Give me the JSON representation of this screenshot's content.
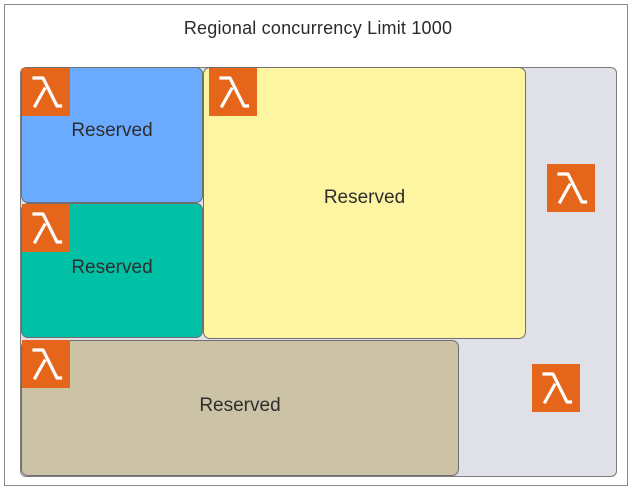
{
  "title": "Regional concurrency Limit 1000",
  "blocks": [
    {
      "label": "Reserved",
      "color": "#6aabff"
    },
    {
      "label": "Reserved",
      "color": "#00c0a6"
    },
    {
      "label": "Reserved",
      "color": "#fdf5a2"
    },
    {
      "label": "Reserved",
      "color": "#ccc3a6"
    }
  ],
  "pool": {
    "color": "#dfe1e6"
  },
  "icons": {
    "name": "aws-lambda-icon",
    "color": "#e5661a"
  }
}
